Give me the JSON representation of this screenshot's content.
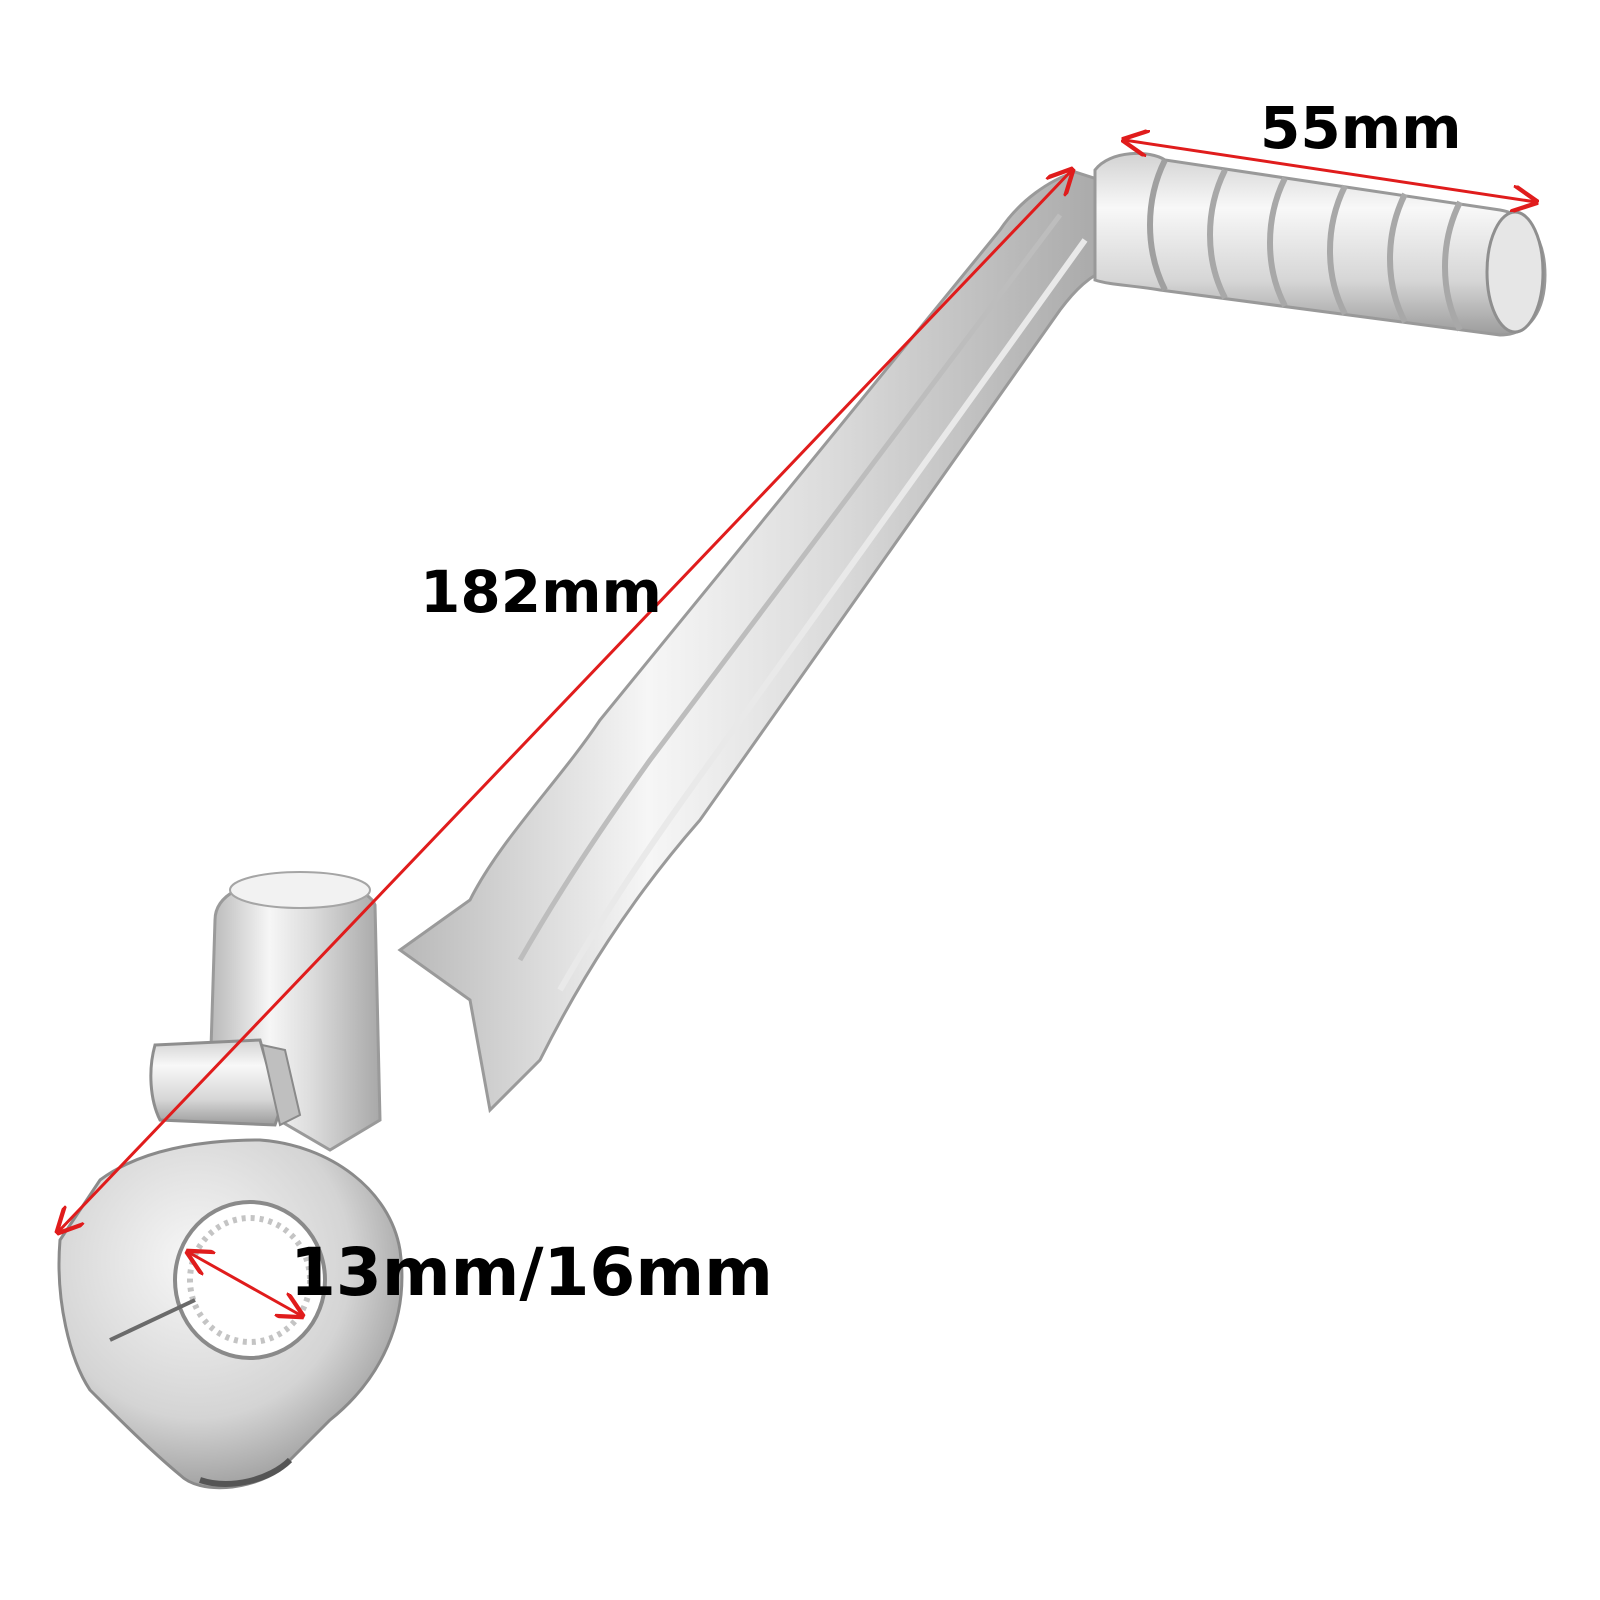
{
  "product": {
    "name_icon": "kick-start-lever-photo",
    "metal_light": "#f4f4f4",
    "metal_mid": "#d9d9d9",
    "metal_dark": "#8f8f8f",
    "metal_shadow": "#5a5a5a"
  },
  "dimensions": {
    "arrow_color": "#e01c1c",
    "text_color": "#000000",
    "grip_length": "55mm",
    "arm_length": "182mm",
    "bore_diameter": "13mm/16mm"
  }
}
